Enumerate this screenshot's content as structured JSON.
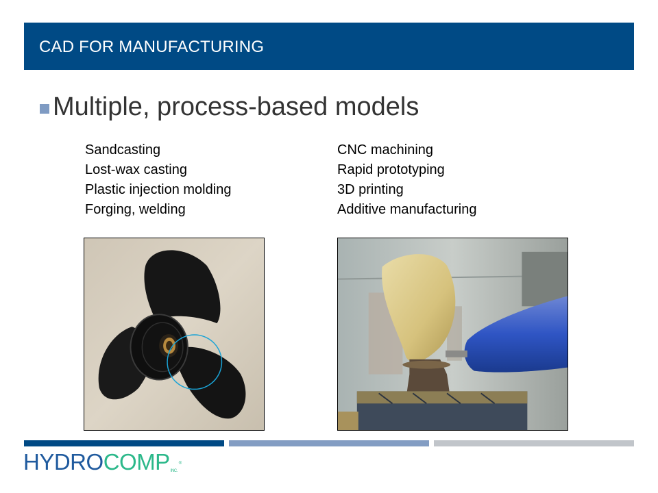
{
  "slide": {
    "title": "CAD FOR MANUFACTURING",
    "bullet": "Multiple, process-based models",
    "left_list": [
      "Sandcasting",
      "Lost-wax casting",
      "Plastic injection molding",
      "Forging, welding"
    ],
    "right_list": [
      "CNC machining",
      "Rapid prototyping",
      "3D printing",
      "Additive manufacturing"
    ],
    "images": [
      {
        "name": "black-propeller-photo",
        "description": "Black three-blade propeller with circled blade root"
      },
      {
        "name": "cnc-machining-photo",
        "description": "Bronze propeller blade being CNC machined"
      }
    ]
  },
  "footer": {
    "logo_part1": "HYDRO",
    "logo_part2": "COMP",
    "logo_inc": "INC.",
    "logo_reg": "®"
  },
  "colors": {
    "header_bg": "#004a85",
    "bullet": "#7f9bc3",
    "bar1": "#004a85",
    "bar2": "#839dc3",
    "bar3": "#c1c5ca",
    "logo_blue": "#1f5a9e",
    "logo_green": "#2bb88a",
    "highlight_circle": "#1aa3d6"
  }
}
